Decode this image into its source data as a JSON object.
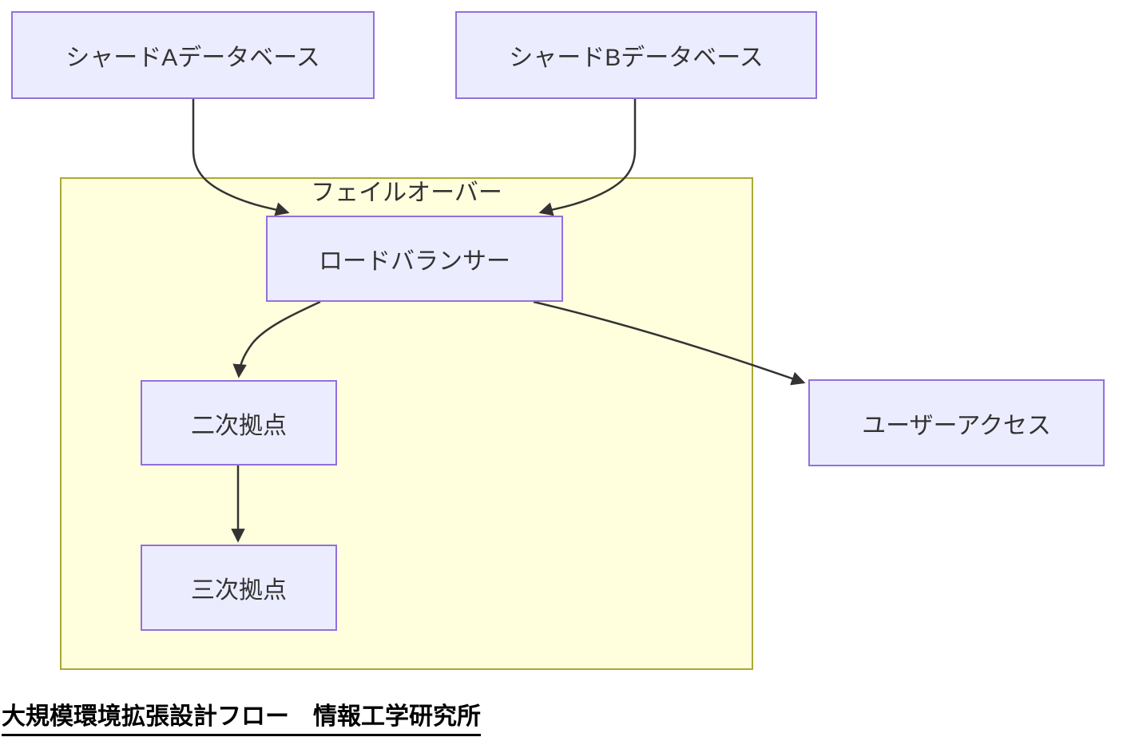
{
  "diagram": {
    "title": "大規模環境拡張設計フロー　情報工学研究所",
    "cluster": {
      "label": "フェイルオーバー"
    },
    "nodes": {
      "shard_a": {
        "label": "シャードAデータベース"
      },
      "shard_b": {
        "label": "シャードBデータベース"
      },
      "load_balancer": {
        "label": "ロードバランサー"
      },
      "secondary_site": {
        "label": "二次拠点"
      },
      "tertiary_site": {
        "label": "三次拠点"
      },
      "user_access": {
        "label": "ユーザーアクセス"
      }
    },
    "edges": [
      {
        "from": "shard_a",
        "to": "load_balancer"
      },
      {
        "from": "shard_b",
        "to": "load_balancer"
      },
      {
        "from": "load_balancer",
        "to": "secondary_site"
      },
      {
        "from": "load_balancer",
        "to": "user_access"
      },
      {
        "from": "secondary_site",
        "to": "tertiary_site"
      }
    ],
    "colors": {
      "node_fill": "#ECECFF",
      "node_border": "#9370DB",
      "cluster_fill": "#FFFFDE",
      "cluster_border": "#AAAA33",
      "edge_color": "#333333",
      "node_text": "#333333",
      "title_color": "#000000",
      "canvas_bg": "#FFFFFF"
    }
  }
}
